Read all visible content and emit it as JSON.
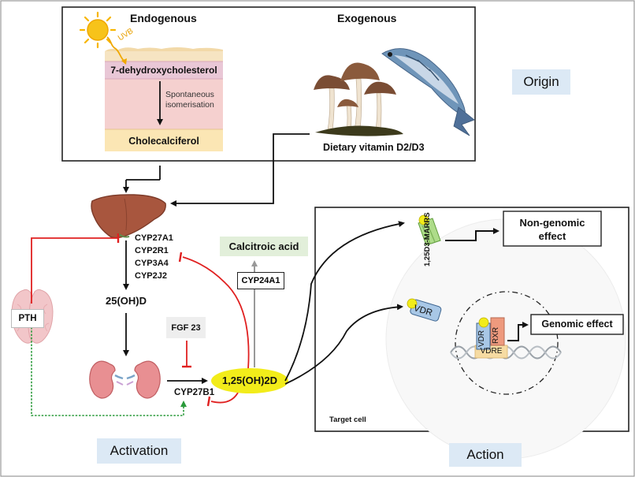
{
  "origin": {
    "endogenous_title": "Endogenous",
    "exogenous_title": "Exogenous",
    "uvb": "UVB",
    "precursor": "7-dehydroxycholesterol",
    "isomerisation_line1": "Spontaneous",
    "isomerisation_line2": "isomerisation",
    "product": "Cholecalciferol",
    "dietary": "Dietary vitamin D2/D3",
    "section_label": "Origin"
  },
  "activation": {
    "liver_enzymes": [
      "CYP27A1",
      "CYP2R1",
      "CYP3A4",
      "CYP2J2"
    ],
    "intermediate": "25(OH)D",
    "fgf23": "FGF 23",
    "kidney_enzyme": "CYP27B1",
    "pth": "PTH",
    "active_form": "1,25(OH)2D",
    "degrading_enzyme": "CYP24A1",
    "catabolite": "Calcitroic acid",
    "section_label": "Activation"
  },
  "action": {
    "marrs": "1,25D3-MARRS",
    "non_genomic_line1": "Non-genomic",
    "non_genomic_line2": "effect",
    "vdr": "VDR",
    "vdr_complex": "VDR",
    "rxr": "RXR",
    "vdre": "VDRE",
    "genomic": "Genomic effect",
    "target_cell": "Target cell",
    "section_label": "Action"
  },
  "colors": {
    "inhibit": "#e02020",
    "stimulate": "#2a9a3a",
    "section_bg": "#dce9f5",
    "active_form": "#f2ec1a",
    "catabolite_bg": "#e2efda"
  }
}
